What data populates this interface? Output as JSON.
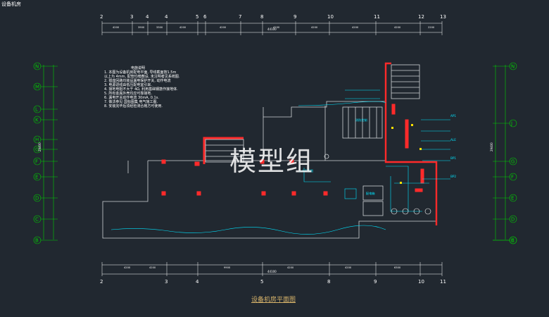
{
  "title": "设备机房",
  "watermark": "模型组",
  "caption": "设备机房平面图",
  "notes": {
    "heading": "电施说明",
    "lines": [
      "1. 本图为设备机房配电平面, 导线截面按1.5m",
      "   以上为 4mm, 配管均暗敷设, 未注明者见系统图.",
      "2. 插座回路均装设漏电保护开关, 动作电流",
      "3. 电源进线由低压配电室引来.",
      "4. 接地电阻不大于 4Ω, 利用基础钢筋作接地体.",
      "5. 所有金属外壳均应可靠接地.",
      "6. 漏电开关动作电流 30mA, 0.1s.",
      "7. 做法参见 国标图集 电气施工图.",
      "8. 安装完毕后须经检测合格方可使用."
    ]
  },
  "top_axes": [
    "2",
    "3",
    "4",
    "4",
    "5",
    "6",
    "7",
    "8",
    "9",
    "10",
    "11",
    "12",
    "13"
  ],
  "bottom_axes": [
    "2",
    "3",
    "4",
    "5",
    "8",
    "9",
    "10",
    "11"
  ],
  "top_dims": [
    "4200",
    "3900",
    "3300",
    "4200",
    "4200",
    "4200",
    "4200",
    "4200",
    "4200",
    "2200"
  ],
  "bottom_dims": [
    "4200",
    "4200",
    "9900",
    "4200",
    "4200",
    "6300"
  ],
  "left_axes": [
    "N",
    "M",
    "L",
    "K",
    "H",
    "G",
    "F",
    "E",
    "D",
    "C",
    "B"
  ],
  "right_axes": [
    "N",
    "J",
    "G",
    "F",
    "E",
    "D",
    "C",
    "B"
  ],
  "overall_dim_top": "44100",
  "overall_dim_bottom": "44100",
  "overall_dim_left": "29400",
  "overall_dim_right": "29400",
  "cad_labels": [
    "上人平面图",
    "消防控制",
    "配电箱",
    "AP1",
    "ALE",
    "BP1",
    "BP2"
  ],
  "colors": {
    "background": "#212830",
    "axis_line": "#ffffff",
    "grid_green": "#00d000",
    "wall": "#cfd3d6",
    "red": "#ff2a2a",
    "cyan": "#00e5ff",
    "yellow": "#ffe100"
  }
}
